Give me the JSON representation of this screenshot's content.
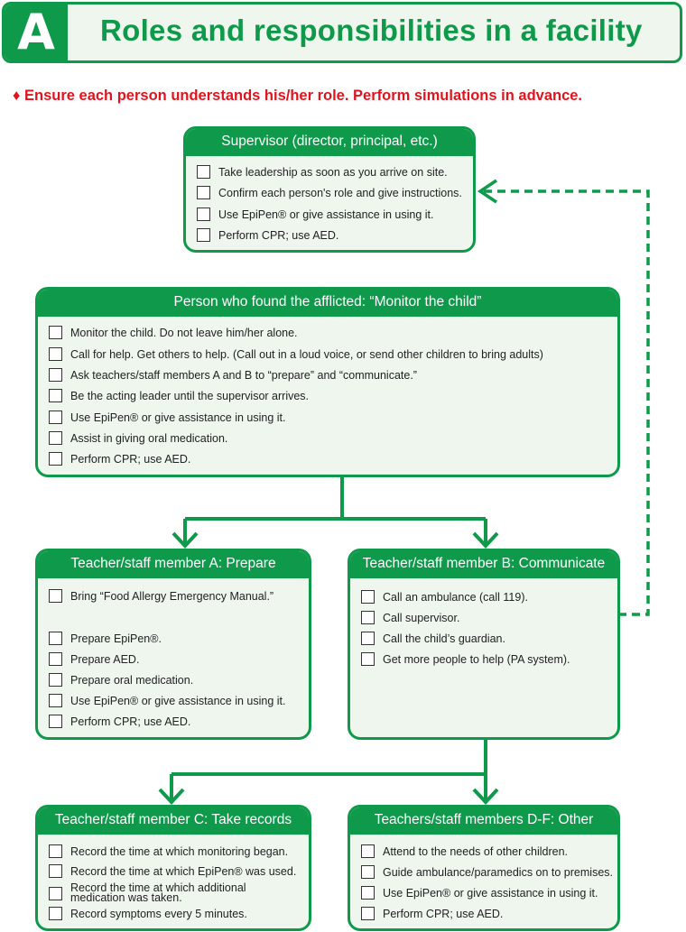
{
  "header": {
    "letter": "A",
    "title": "Roles and responsibilities in a facility"
  },
  "notice": "♦ Ensure each person understands his/her role. Perform simulations in advance.",
  "supervisor": {
    "title": "Supervisor (director, principal, etc.)",
    "items": [
      "Take leadership as soon as you arrive on site.",
      "Confirm each person's role and give instructions.",
      "Use EpiPen® or give assistance in using it.",
      "Perform CPR; use AED."
    ]
  },
  "finder": {
    "title": "Person who found the afflicted: “Monitor the child”",
    "items": [
      "Monitor the child. Do not leave him/her alone.",
      "Call for help. Get others to help. (Call out in a loud voice, or send other children to bring adults)",
      "Ask teachers/staff members A and B to “prepare” and “communicate.”",
      "Be the acting leader until the supervisor arrives.",
      "Use EpiPen® or give assistance in using it.",
      "Assist in giving oral medication.",
      "Perform CPR; use AED."
    ]
  },
  "staffA": {
    "title": "Teacher/staff member A: Prepare",
    "items": [
      "Bring “Food Allergy Emergency Manual.”",
      "Prepare EpiPen®.",
      "Prepare AED.",
      "Prepare oral medication.",
      "Use EpiPen® or give assistance in using it.",
      "Perform CPR; use AED."
    ]
  },
  "staffB": {
    "title": "Teacher/staff member B: Communicate",
    "items": [
      "Call an ambulance (call 119).",
      "Call supervisor.",
      "Call the child’s guardian.",
      "Get more people to help (PA system)."
    ]
  },
  "staffC": {
    "title": "Teacher/staff member C: Take records",
    "items": [
      "Record the time at which monitoring began.",
      "Record the time at which EpiPen® was used.",
      "Record the time at which additional",
      "medication was taken.",
      "Record symptoms every 5 minutes."
    ]
  },
  "staffDF": {
    "title": "Teachers/staff members D-F: Other",
    "items": [
      "Attend to the needs of other children.",
      "Guide ambulance/paramedics on to premises.",
      "Use EpiPen® or give assistance in using it.",
      "Perform CPR; use AED."
    ]
  },
  "colors": {
    "green": "#0f9a4b",
    "panel": "#eef6ee",
    "red": "#e0141e"
  }
}
